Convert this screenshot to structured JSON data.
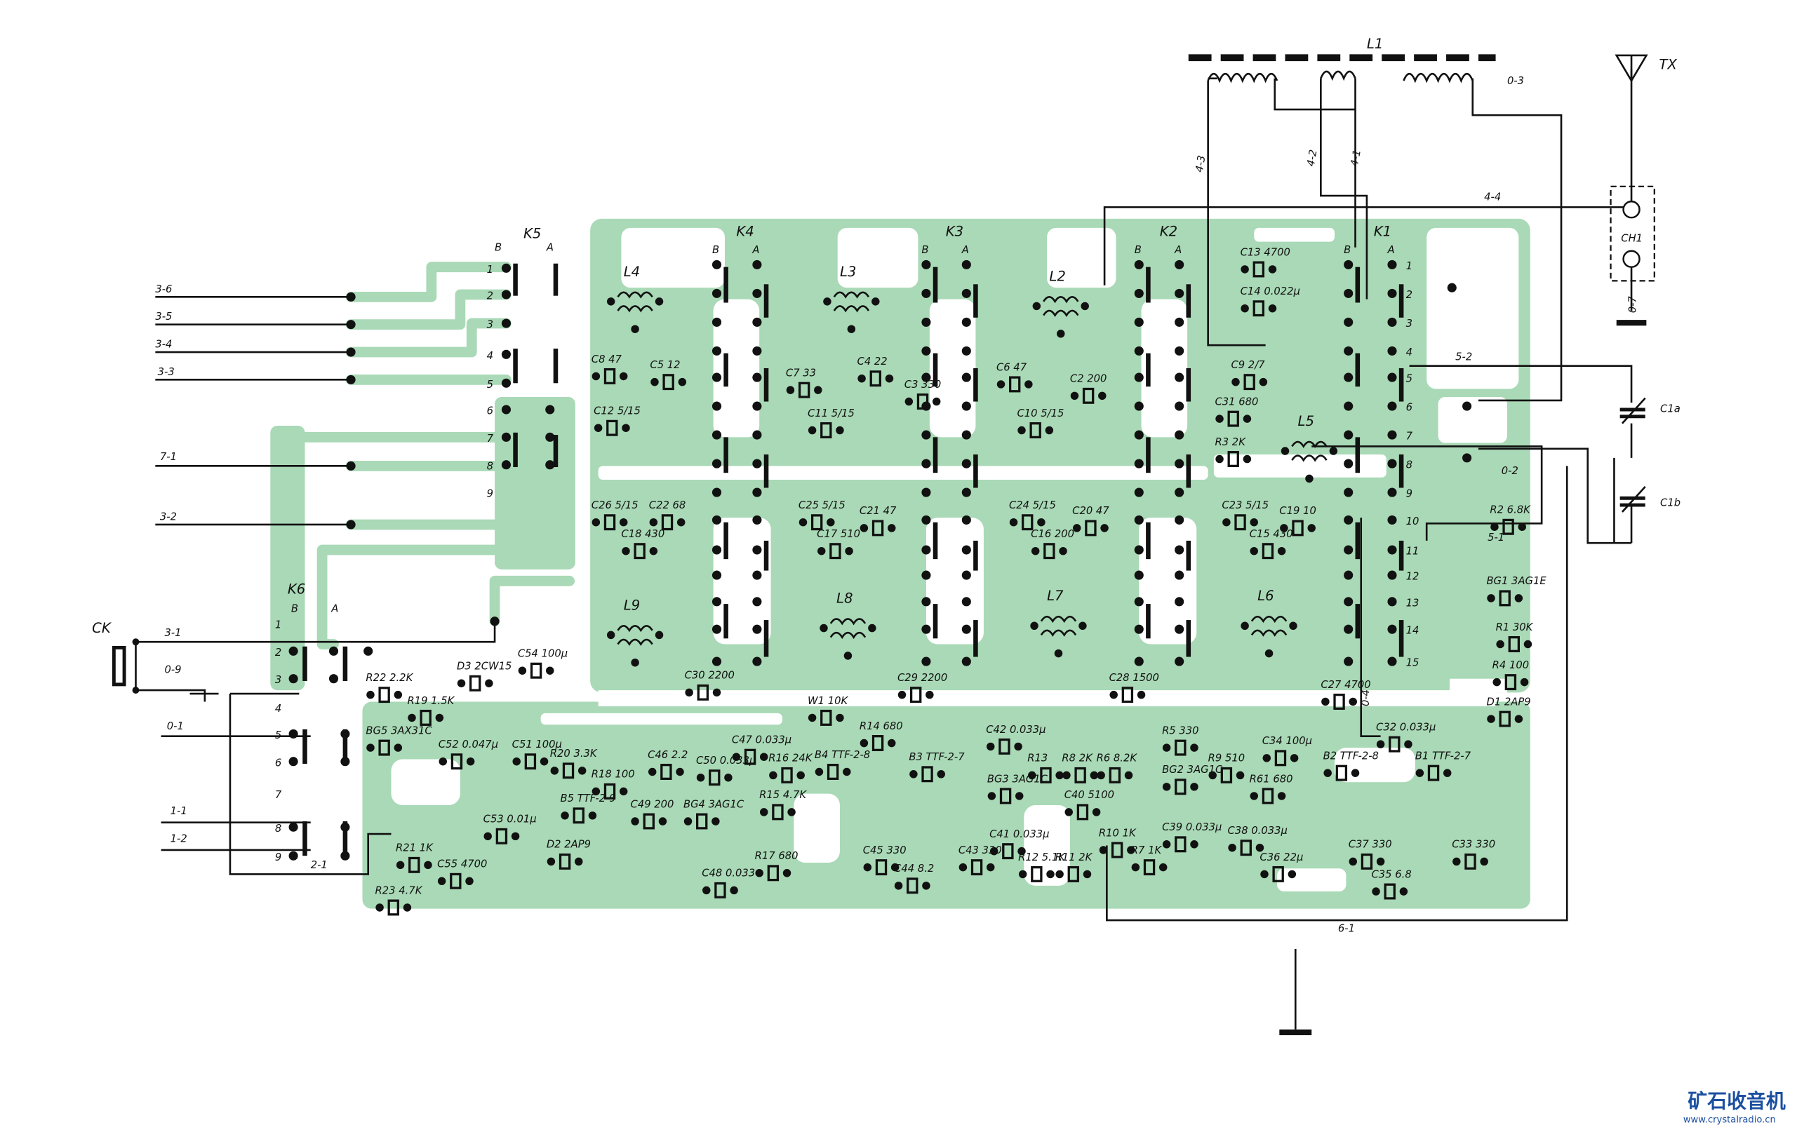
{
  "wire_labels": [
    "3-6",
    "3-5",
    "3-4",
    "3-3",
    "7-1",
    "3-2",
    "3-1",
    "0-9",
    "0-1",
    "1-1",
    "1-2",
    "2-1",
    "CK",
    "L1",
    "0-3",
    "TX",
    "4-3",
    "4-2",
    "4-1",
    "4-4",
    "CH1",
    "0-7",
    "5-2",
    "C1a",
    "0-2",
    "C1b",
    "5-1",
    "6-1",
    "0-4"
  ],
  "switches": {
    "K5": {
      "name": "K5",
      "b": "B",
      "a": "A",
      "pins": [
        "1",
        "2",
        "3",
        "4",
        "5",
        "6",
        "7",
        "8",
        "9"
      ]
    },
    "K6": {
      "name": "K6",
      "b": "B",
      "a": "A",
      "pins": [
        "1",
        "2",
        "3",
        "4",
        "5",
        "6",
        "7",
        "8",
        "9"
      ]
    },
    "K4": {
      "name": "K4",
      "b": "B",
      "a": "A"
    },
    "K3": {
      "name": "K3",
      "b": "B",
      "a": "A"
    },
    "K2": {
      "name": "K2",
      "b": "B",
      "a": "A"
    },
    "K1": {
      "name": "K1",
      "b": "B",
      "a": "A",
      "pins": [
        "1",
        "2",
        "3",
        "4",
        "5",
        "6",
        "7",
        "8",
        "9",
        "10",
        "11",
        "12",
        "13",
        "14",
        "15"
      ]
    }
  },
  "coils": [
    "L4",
    "L3",
    "L2",
    "L5",
    "L9",
    "L8",
    "L7",
    "L6"
  ],
  "components": [
    "C13 4700",
    "C14 0.022μ",
    "C9 2/7",
    "C31 680",
    "R3 2K",
    "C8 47",
    "C5 12",
    "C12 5/15",
    "C7 33",
    "C4 22",
    "C3 330",
    "C11 5/15",
    "C6 47",
    "C2 200",
    "C10 5/15",
    "C26 5/15",
    "C22 68",
    "C18 430",
    "C25 5/15",
    "C21 47",
    "C17 510",
    "C24 5/15",
    "C20 47",
    "C16 200",
    "C23 5/15",
    "C19 10",
    "C15 430",
    "C30 2200",
    "C29 2200",
    "C28 1500",
    "C27 4700",
    "R2 6.8K",
    "BG1 3AG1E",
    "R1 30K",
    "R4 100",
    "D1 2AP9",
    "C32 0.033μ",
    "W1 10K",
    "R14 680",
    "C42 0.033μ",
    "R5 330",
    "R9 510",
    "C34 100μ",
    "B2 TTF-2-8",
    "B1 TTF-2-7",
    "C52 0.047μ",
    "C51 100μ",
    "BG5 3AX31C",
    "R22 2.2K",
    "R19 1.5K",
    "D3 2CW15",
    "C54 100μ",
    "R20 3.3K",
    "R18 100",
    "C46 2.2",
    "C50 0.033μ",
    "C47 0.033μ",
    "R16 24K",
    "R15 4.7K",
    "B4 TTF-2-8",
    "B3 TTF-2-7",
    "BG3 3AG1C",
    "R13",
    "R8 2K",
    "R6 8.2K",
    "C40 5100",
    "BG2 3AG1C",
    "R61 680",
    "B5 TTF-2-9",
    "C49 200",
    "BG4 3AG1C",
    "C53 0.01μ",
    "D2 2AP9",
    "R21 1K",
    "C55 4700",
    "R23 4.7K",
    "C48 0.033",
    "R17 680",
    "C45 330",
    "C44 8.2",
    "C43 330",
    "C41 0.033μ",
    "R12 5.1K",
    "R11 2K",
    "R10 1K",
    "R7 1K",
    "C39 0.033μ",
    "C38 0.033μ",
    "C36 22μ",
    "C37 330",
    "C35 6.8",
    "C33 330"
  ],
  "watermark": {
    "title": "矿石收音机",
    "url": "www.crystalradio.cn"
  },
  "colors": {
    "board": "#a9d9b6",
    "ink": "#111111",
    "watermark": "#1c4fa0"
  }
}
